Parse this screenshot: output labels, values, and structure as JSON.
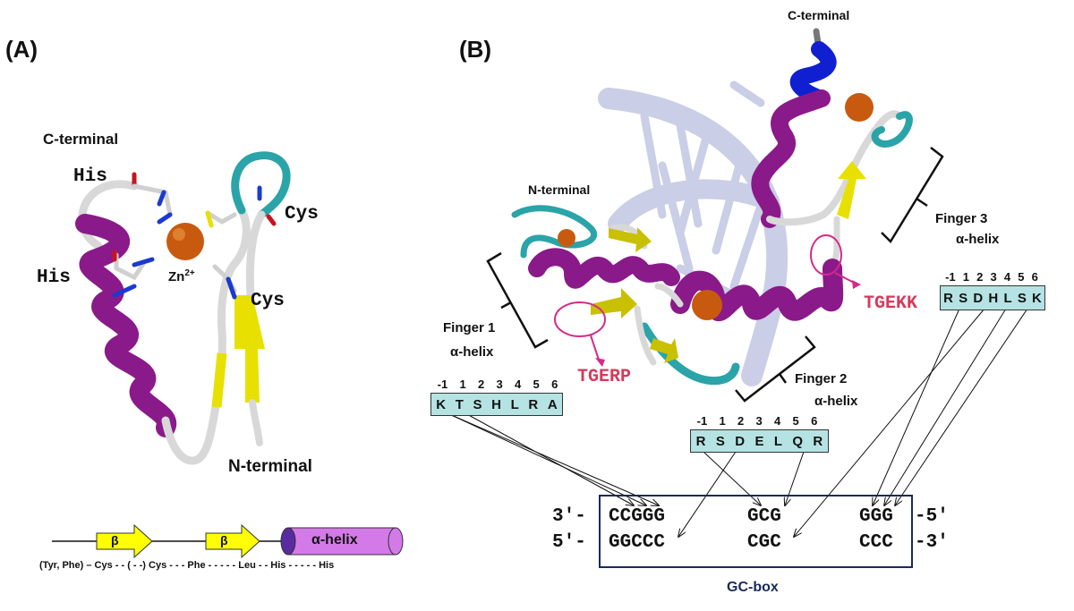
{
  "panelA": {
    "label": "(A)",
    "c_terminal": "C-terminal",
    "his1": "His",
    "his2": "His",
    "cys1": "Cys",
    "cys2": "Cys",
    "zn": "Zn",
    "zn_sup": "2+",
    "n_terminal": "N-terminal",
    "topology": {
      "beta1": "β",
      "beta2": "β",
      "helix": "α-helix"
    },
    "motif": "(Tyr, Phe) – Cys - - ( - -) Cys - - - Phe - - - - - Leu - - His - - - - - His"
  },
  "panelB": {
    "label": "(B)",
    "c_terminal": "C-terminal",
    "n_terminal": "N-terminal",
    "finger1": {
      "name": "Finger 1",
      "helix": "α-helix",
      "linker": "TGERP",
      "indices": [
        "-1",
        "1",
        "2",
        "3",
        "4",
        "5",
        "6"
      ],
      "residues": [
        "K",
        "T",
        "S",
        "H",
        "L",
        "R",
        "A"
      ]
    },
    "finger2": {
      "name": "Finger 2",
      "helix": "α-helix",
      "indices": [
        "-1",
        "1",
        "2",
        "3",
        "4",
        "5",
        "6"
      ],
      "residues": [
        "R",
        "S",
        "D",
        "E",
        "L",
        "Q",
        "R"
      ]
    },
    "finger3": {
      "name": "Finger 3",
      "helix": "α-helix",
      "linker": "TGEKK",
      "indices": [
        "-1",
        "1",
        "2",
        "3",
        "4",
        "5",
        "6"
      ],
      "residues": [
        "R",
        "S",
        "D",
        "H",
        "L",
        "S",
        "K"
      ]
    },
    "gcbox": {
      "top_left": "3′-",
      "top_right": "-5′",
      "bottom_left": "5′-",
      "bottom_right": "-3′",
      "top": [
        "CCGGG",
        "GCG",
        "GGG"
      ],
      "bottom": [
        "GGCCC",
        "CGC",
        "CCC"
      ],
      "caption": "GC-box"
    }
  },
  "colors": {
    "helix": "#8a1a8a",
    "sheet": "#e8e000",
    "coil": "#d8d8d8",
    "turn": "#2aa4a8",
    "zinc": "#c85a10",
    "dna": "#8c93c8",
    "seqbox": "#b5e3e3",
    "linker": "#d43a5a",
    "gcbox_border": "#1a2a5a",
    "c_term_helix": "#1020d0"
  }
}
